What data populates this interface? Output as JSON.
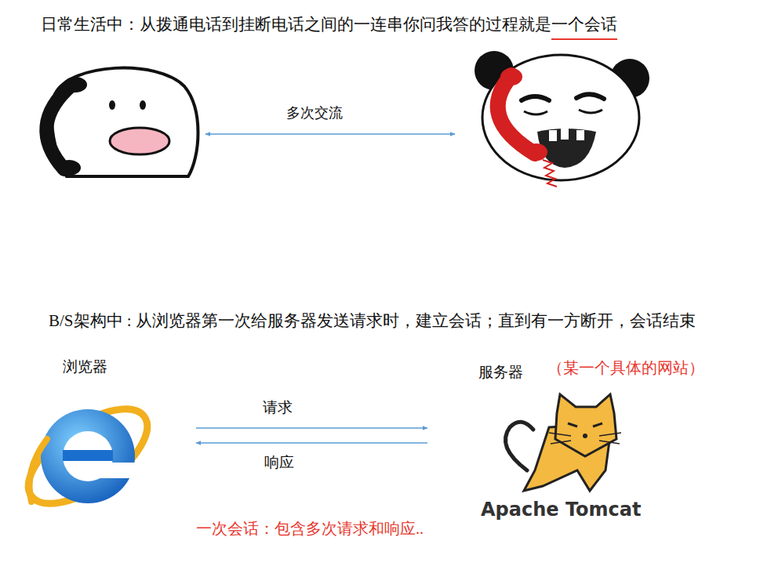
{
  "diagram": {
    "nodes": [
      {
        "text": [
          "浏览器"
        ]
      },
      {
        "text": [
          "服务器",
          "（某一个具体的网站）",
          "Apache Tomcat"
        ]
      }
    ],
    "edges": [
      {
        "from": 0,
        "to": 1,
        "arrow": "to",
        "label": "请求"
      },
      {
        "from": 1,
        "to": 0,
        "arrow": "to",
        "label": "响应"
      }
    ],
    "labels": [
      "日常生活中：从拨通电话到挂断电话之间的一连串你问我答的过程就是",
      "一个会话",
      "多次交流",
      "B/S架构中 : 从浏览器第一次给服务器发送请求时，建立会话；直到有一方断开，会话结束",
      "一次会话：包含多次请求和响应.."
    ]
  }
}
